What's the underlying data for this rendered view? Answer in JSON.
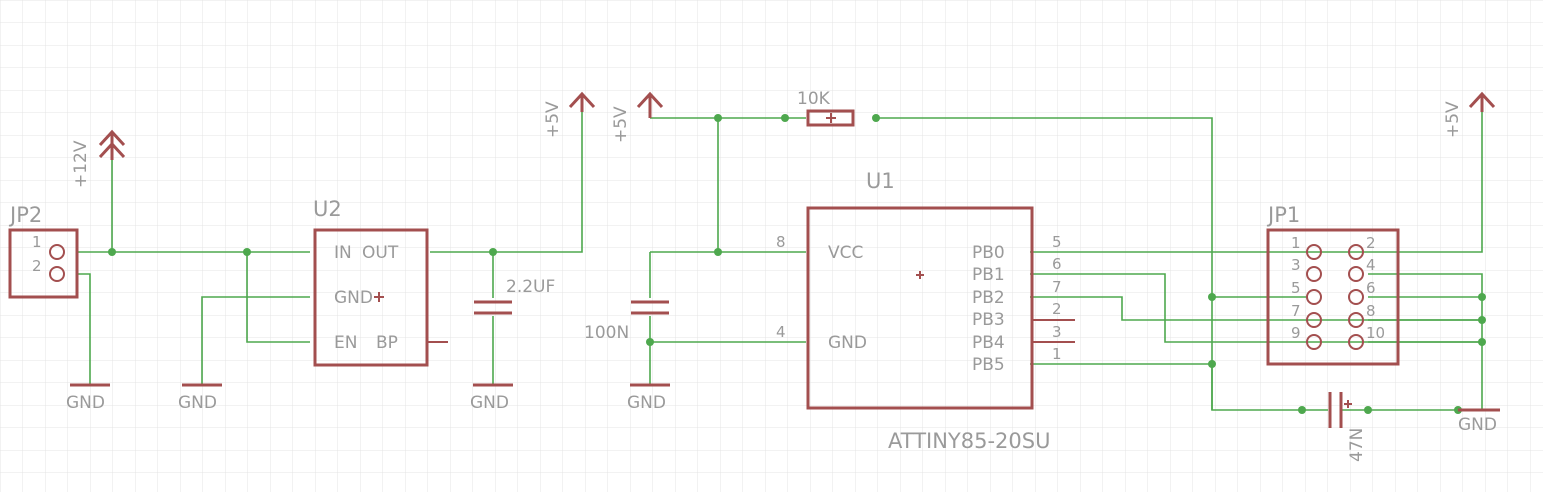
{
  "parts": {
    "jp2": {
      "name": "JP2",
      "pins": [
        "1",
        "2"
      ]
    },
    "u2": {
      "name": "U2",
      "pin_in": "IN",
      "pin_out": "OUT",
      "pin_gnd": "GND",
      "pin_en": "EN",
      "pin_bp": "BP"
    },
    "u1": {
      "name": "U1",
      "value": "ATTINY85-20SU",
      "pins": {
        "vcc": "VCC",
        "gnd": "GND",
        "pb0": "PB0",
        "pb1": "PB1",
        "pb2": "PB2",
        "pb3": "PB3",
        "pb4": "PB4",
        "pb5": "PB5"
      },
      "pin_numbers": {
        "vcc": "8",
        "gnd": "4",
        "pb0": "5",
        "pb1": "6",
        "pb2": "7",
        "pb3": "2",
        "pb4": "3",
        "pb5": "1"
      }
    },
    "jp1": {
      "name": "JP1",
      "pins": [
        "1",
        "2",
        "3",
        "4",
        "5",
        "6",
        "7",
        "8",
        "9",
        "10"
      ]
    },
    "r1": {
      "value": "10K"
    },
    "c_22": {
      "value": "2.2UF"
    },
    "c_100": {
      "value": "100N"
    },
    "c_47": {
      "value": "47N"
    }
  },
  "supplies": {
    "v12": "+12V",
    "v5_a": "+5V",
    "v5_b": "+5V",
    "v5_c": "+5V",
    "gnd_1": "GND",
    "gnd_2": "GND",
    "gnd_3": "GND",
    "gnd_4": "GND",
    "gnd_5": "GND"
  },
  "colors": {
    "wire": "#4ea84e",
    "part": "#a34f4f",
    "text": "#9a9a9a",
    "grid": "#e4e4e4"
  }
}
